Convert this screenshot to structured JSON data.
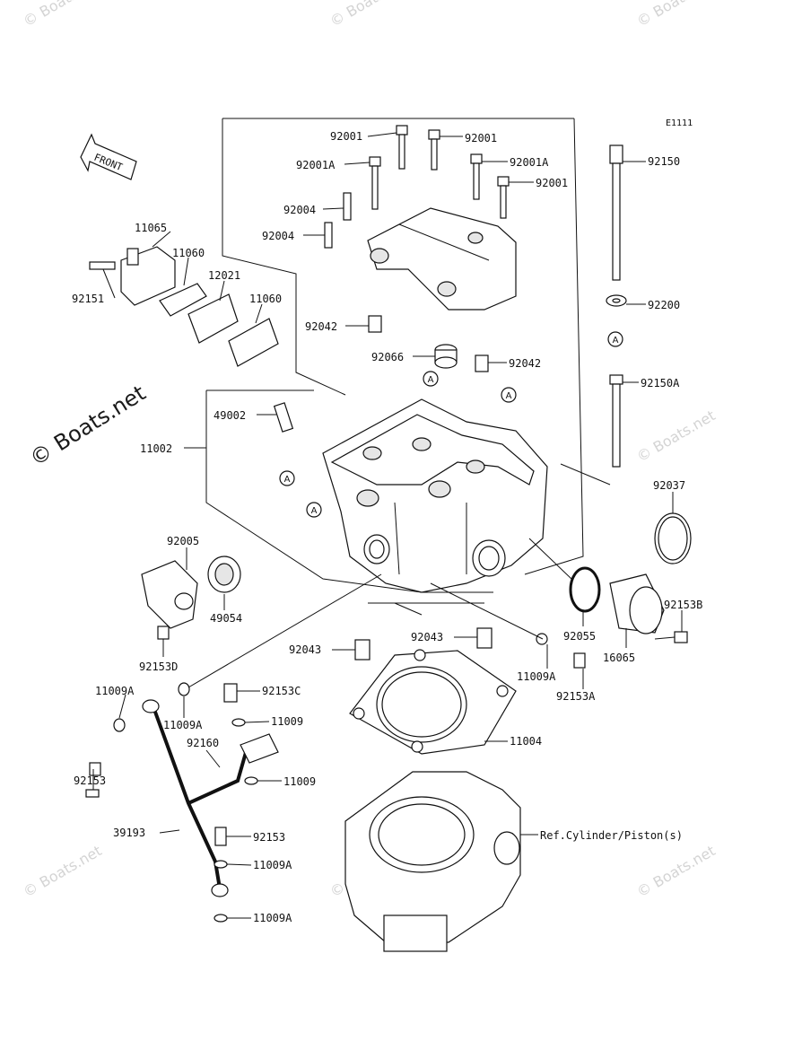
{
  "diagram_code": "E1111",
  "front_label": "FRONT",
  "ref_label": "Ref.Cylinder/Piston(s)",
  "watermark_main": "© Boats.net",
  "watermark_tile": "© Boats.net",
  "circle_marker": "A",
  "parts": {
    "p92001a": "92001",
    "p92001b": "92001",
    "p92001A_left": "92001A",
    "p92001A_right": "92001A",
    "p92001c": "92001",
    "p92004a": "92004",
    "p92004b": "92004",
    "p92150": "92150",
    "p11065": "11065",
    "p11060a": "11060",
    "p12021": "12021",
    "p11060b": "11060",
    "p92151": "92151",
    "p92042a": "92042",
    "p92200": "92200",
    "p92066": "92066",
    "p92042b": "92042",
    "p92150A": "92150A",
    "p49002": "49002",
    "p11002": "11002",
    "p92037": "92037",
    "p92005": "92005",
    "p92153B": "92153B",
    "p49054": "49054",
    "p92055": "92055",
    "p16065": "16065",
    "p92153D": "92153D",
    "p92043a": "92043",
    "p92043b": "92043",
    "p11009A_r": "11009A",
    "p11009A_l": "11009A",
    "p92153C": "92153C",
    "p92153A": "92153A",
    "p11009A_l2": "11009A",
    "p11009a": "11009",
    "p92160": "92160",
    "p11004": "11004",
    "p92153a": "92153",
    "p11009b": "11009",
    "p39193": "39193",
    "p92153b": "92153",
    "p11009A_b1": "11009A",
    "p11009A_b2": "11009A"
  }
}
